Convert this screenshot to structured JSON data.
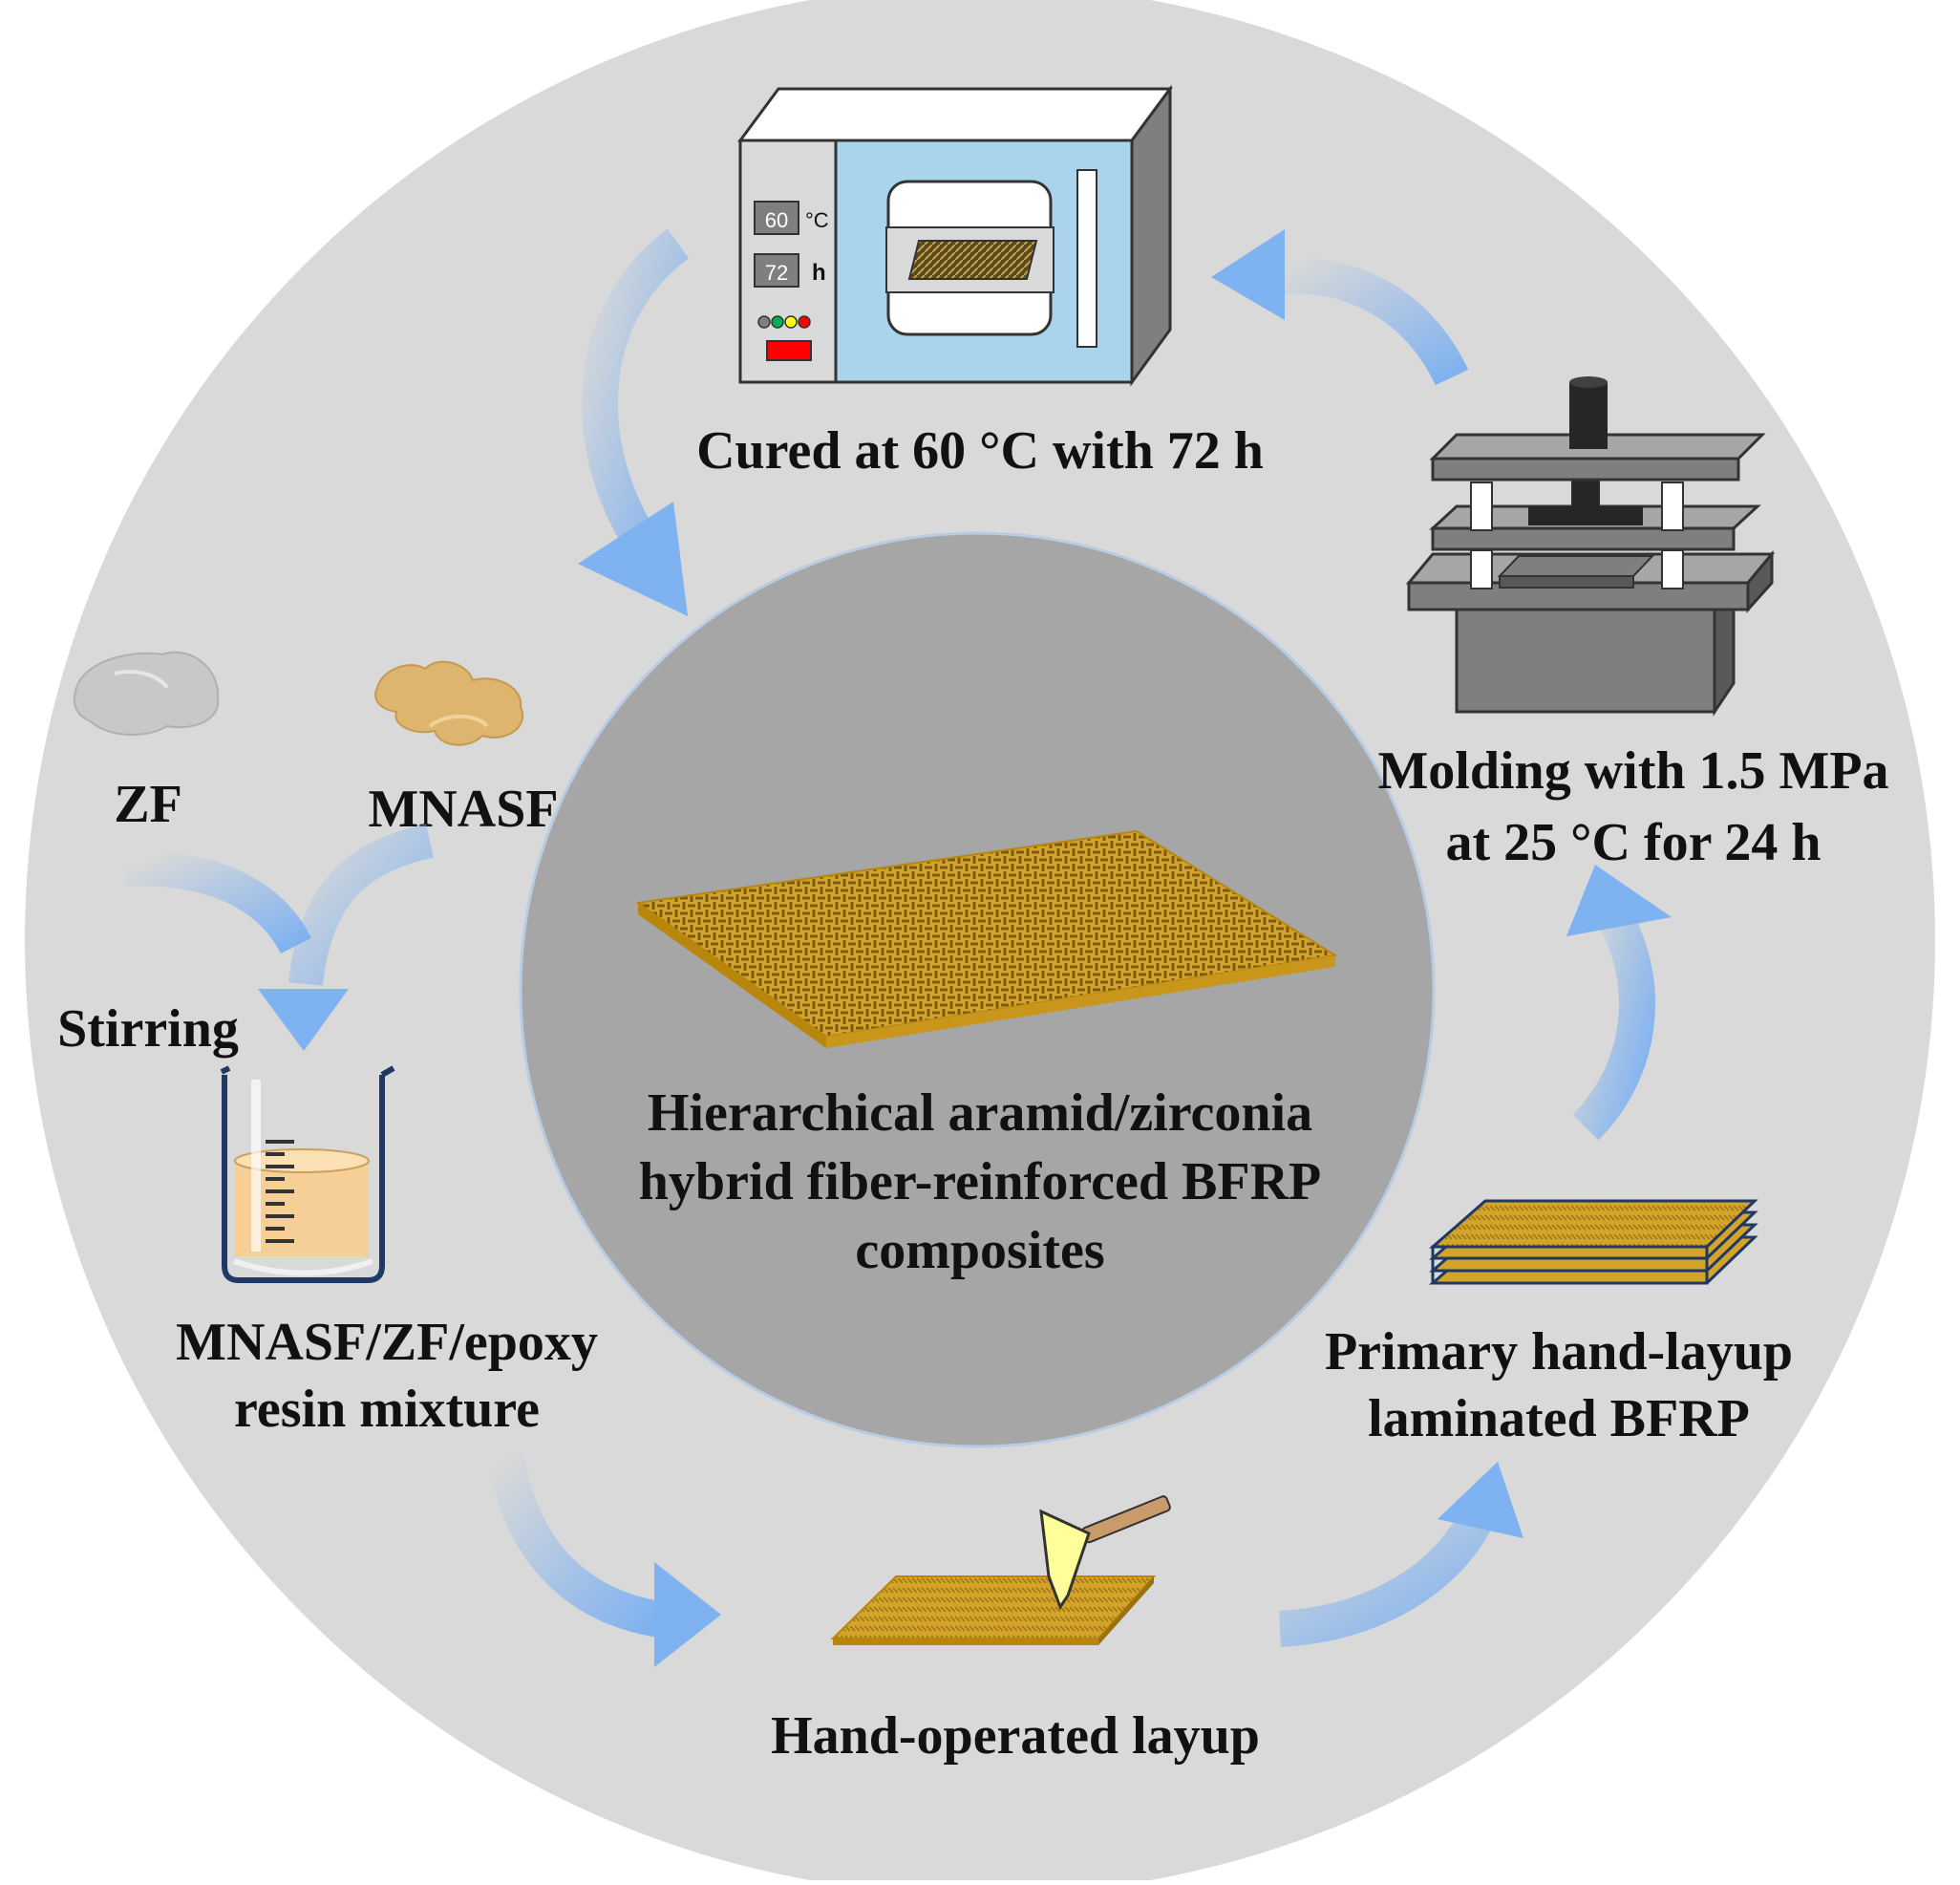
{
  "oven": {
    "temp_display": "60",
    "temp_unit": "°C",
    "time_display": "72",
    "time_unit": "h",
    "caption": "Cured at 60 °C with 72 h"
  },
  "press": {
    "caption_line1": "Molding with 1.5 MPa",
    "caption_line2": "at 25 °C for 24 h"
  },
  "center": {
    "line1": "Hierarchical aramid/zirconia",
    "line2": "hybrid fiber-reinforced BFRP",
    "line3": "composites"
  },
  "materials": {
    "zf_label": "ZF",
    "mnasf_label": "MNASF",
    "stirring_label": "Stirring"
  },
  "mixture": {
    "line1": "MNASF/ZF/epoxy",
    "line2": "resin mixture"
  },
  "layup": {
    "caption": "Hand-operated layup"
  },
  "laminate": {
    "line1": "Primary hand-layup",
    "line2": "laminated BFRP"
  },
  "colors": {
    "outer_circle": "#d9d9d9",
    "inner_circle": "#a6a6a6",
    "fabric": "#d4a32a",
    "oven_body": "#a9d4ec",
    "arrow": "#7fb2f0",
    "press_gray": "#7f7f7f"
  }
}
